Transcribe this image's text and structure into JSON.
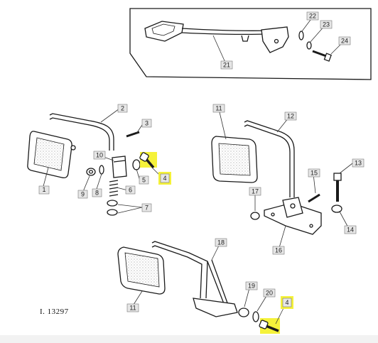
{
  "figure": {
    "reference": "I. 13297",
    "callouts": {
      "c1": "1",
      "c2": "2",
      "c3": "3",
      "c4a": "4",
      "c4b": "4",
      "c5": "5",
      "c6": "6",
      "c7": "7",
      "c8": "8",
      "c9": "9",
      "c10": "10",
      "c11a": "11",
      "c11b": "11",
      "c12": "12",
      "c13": "13",
      "c14": "14",
      "c15": "15",
      "c16": "16",
      "c17": "17",
      "c18": "18",
      "c19": "19",
      "c20": "20",
      "c21": "21",
      "c22": "22",
      "c23": "23",
      "c24": "24"
    },
    "highlight_color": "#f5f23a",
    "line_color": "#1a1a1a",
    "label_box_fill": "#e6e6e6"
  }
}
